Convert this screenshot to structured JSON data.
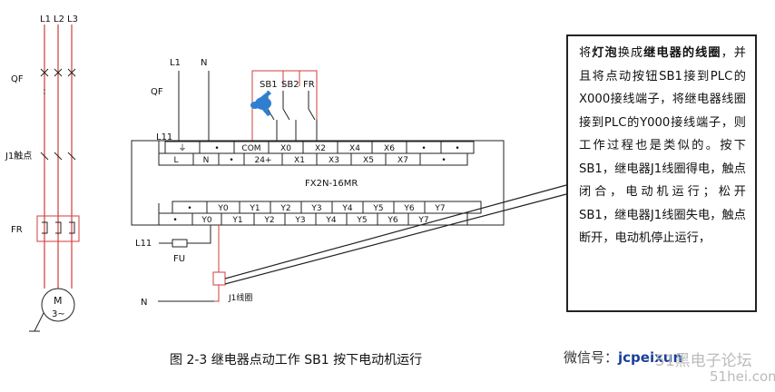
{
  "left_circuit": {
    "phase_labels": [
      "L1",
      "L2",
      "L3"
    ],
    "qf_label": "QF",
    "j1_label": "J1触点",
    "fr_label": "FR",
    "motor_label": "M",
    "motor_sub": "3~"
  },
  "plc": {
    "l1_label": "L1",
    "n_label": "N",
    "qf_label": "QF",
    "l11_top_label": "L11",
    "model_label": "FX2N-16MR",
    "switch_labels": [
      "SB1",
      "SB2",
      "FR"
    ],
    "input_top_row": [
      "⏚",
      "•",
      "COM",
      "X0",
      "X2",
      "X4",
      "X6",
      "•",
      "•"
    ],
    "input_bottom_row": [
      "L",
      "N",
      "•",
      "24+",
      "X1",
      "X3",
      "X5",
      "X7",
      "•"
    ],
    "output_top_row": [
      "•",
      "Y0",
      "Y1",
      "Y2",
      "Y3",
      "Y4",
      "Y5",
      "Y6",
      "Y7"
    ],
    "output_bottom_row": [
      "•",
      "Y0",
      "Y1",
      "Y2",
      "Y3",
      "Y4",
      "Y5",
      "Y6",
      "Y7"
    ],
    "l11_bottom_label": "L11",
    "fu_label": "FU",
    "n_bottom_label": "N",
    "coil_label": "J1线圈"
  },
  "callout": {
    "lead": "将",
    "bulb": "灯泡",
    "mid": "换成",
    "relay": "继电器的线圈",
    "text": "，并且将点动按钮SB1接到PLC的X000接线端子，将继电器线圈接到PLC的Y000接线端子，则工作过程也是类似的。按下SB1，继电器J1线圈得电，触点闭合，电动机运行；松开SB1，继电器J1线圈失电，触点断开，电动机停止运行，"
  },
  "caption": "图 2-3  继电器点动工作 SB1 按下电动机运行",
  "watermark": {
    "wechat_label": "微信号：",
    "wechat_id": "jcpeixun",
    "forum": "51黑电子论坛",
    "site": "51hei.com"
  },
  "colors": {
    "line": "#222222",
    "wire_red": "#d23c3c",
    "cursor_blue": "#2f7fd1"
  }
}
